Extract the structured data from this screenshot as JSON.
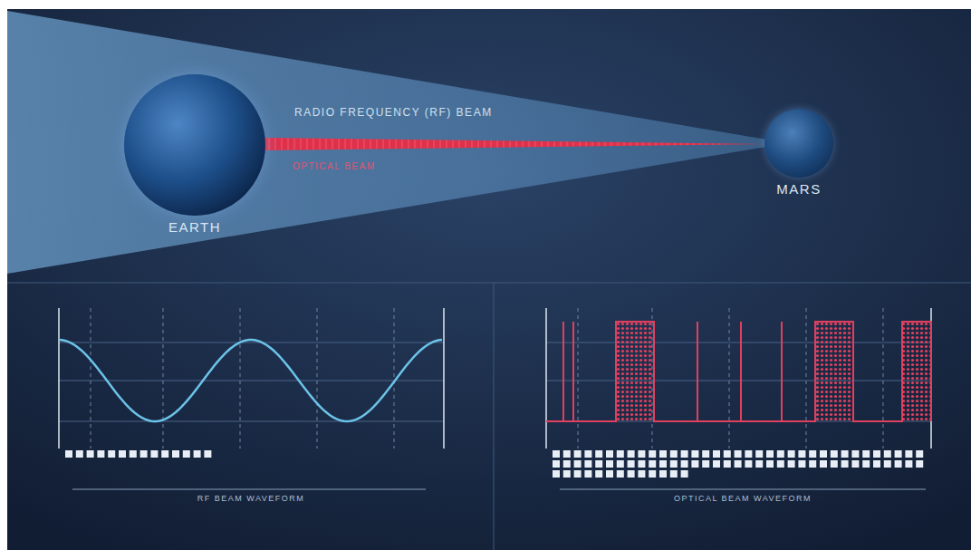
{
  "diagram": {
    "nodes": [
      {
        "text": [
          "EARTH"
        ]
      },
      {
        "text": [
          "MARS"
        ]
      }
    ],
    "edges": [
      {
        "from": 0,
        "to": 1,
        "label": "OPTICAL BEAM",
        "arrow": "none"
      }
    ],
    "labels": [
      "RADIO FREQUENCY (RF) BEAM",
      "RF BEAM WAVEFORM",
      "OPTICAL BEAM WAVEFORM"
    ]
  }
}
